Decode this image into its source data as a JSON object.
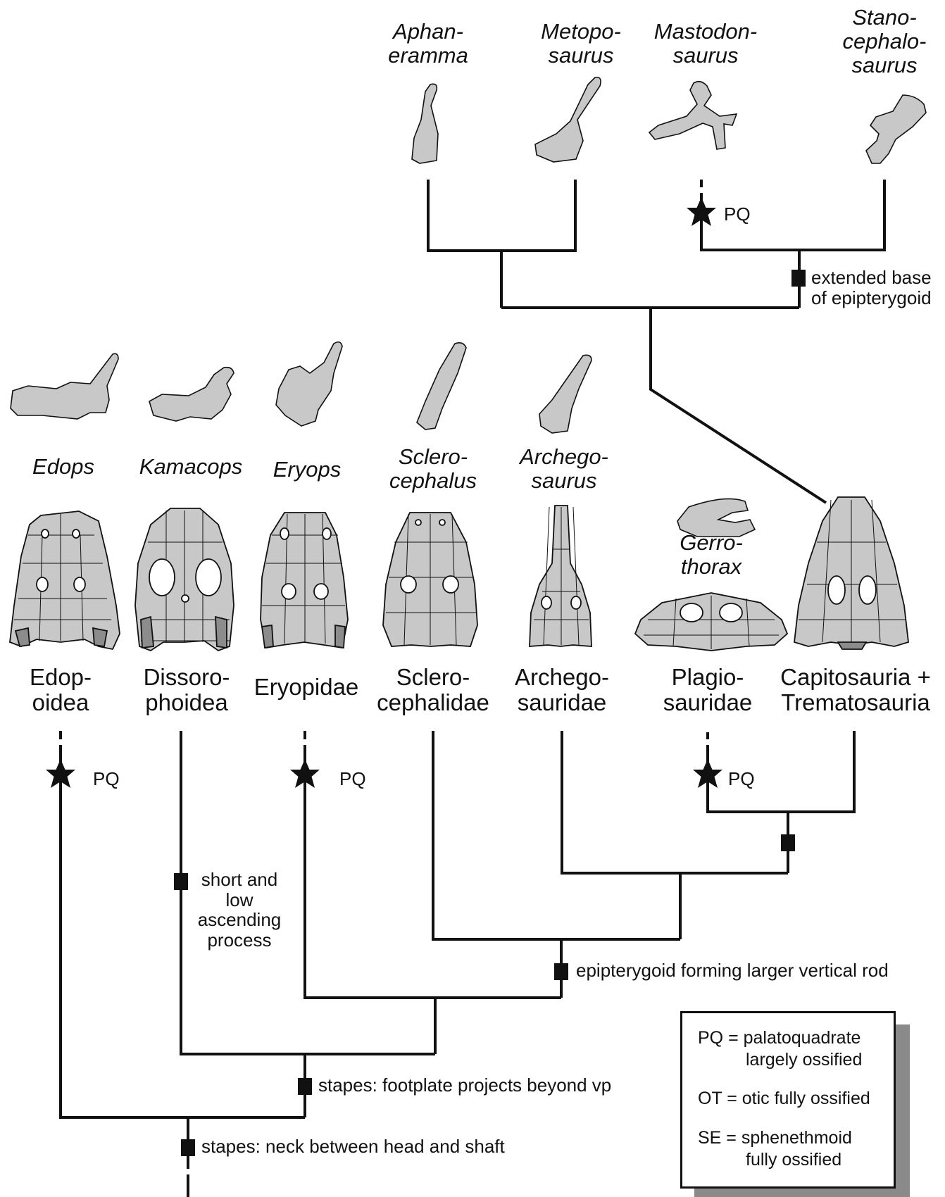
{
  "top_genera": [
    {
      "line1": "Aphan-",
      "line2": "eramma",
      "line3": ""
    },
    {
      "line1": "Metopo-",
      "line2": "saurus",
      "line3": ""
    },
    {
      "line1": "Mastodon-",
      "line2": "saurus",
      "line3": ""
    },
    {
      "line1": "Stano-",
      "line2": "cephalo-",
      "line3": "saurus"
    }
  ],
  "lower_genera": [
    {
      "line1": "Edops",
      "line2": ""
    },
    {
      "line1": "Kamacops",
      "line2": ""
    },
    {
      "line1": "Eryops",
      "line2": ""
    },
    {
      "line1": "Sclero-",
      "line2": "cephalus"
    },
    {
      "line1": "Archego-",
      "line2": "saurus"
    },
    {
      "line1": "Gerro-",
      "line2": "thorax"
    }
  ],
  "clades": [
    {
      "line1": "Edop-",
      "line2": "oidea"
    },
    {
      "line1": "Dissoro-",
      "line2": "phoidea"
    },
    {
      "line1": "Eryopidae",
      "line2": ""
    },
    {
      "line1": "Sclero-",
      "line2": "cephalidae"
    },
    {
      "line1": "Archego-",
      "line2": "sauridae"
    },
    {
      "line1": "Plagio-",
      "line2": "sauridae"
    },
    {
      "line1": "Capitosauria +",
      "line2": "Trematosauria"
    }
  ],
  "pq_marker": "PQ",
  "characters": {
    "epipterygoid_base_1": "extended base",
    "epipterygoid_base_2": "of epipterygoid",
    "ascending_1": "short and",
    "ascending_2": "low",
    "ascending_3": "ascending",
    "ascending_4": "process",
    "vertical_rod": "epipterygoid forming larger vertical rod",
    "footplate": "stapes: footplate projects beyond vp",
    "neck": "stapes: neck between head and shaft"
  },
  "legend": [
    {
      "line1": "PQ = palatoquadrate",
      "line2": "largely ossified"
    },
    {
      "line1": "OT = otic fully ossified",
      "line2": ""
    },
    {
      "line1": "SE = sphenethmoid",
      "line2": "fully ossified"
    }
  ],
  "colors": {
    "bone_fill": "#c8c8c8",
    "bone_dark": "#8c8c8c",
    "line": "#111111",
    "legend_shadow": "#8a8a8a"
  },
  "icons": [
    "star-icon",
    "character-square-icon"
  ]
}
